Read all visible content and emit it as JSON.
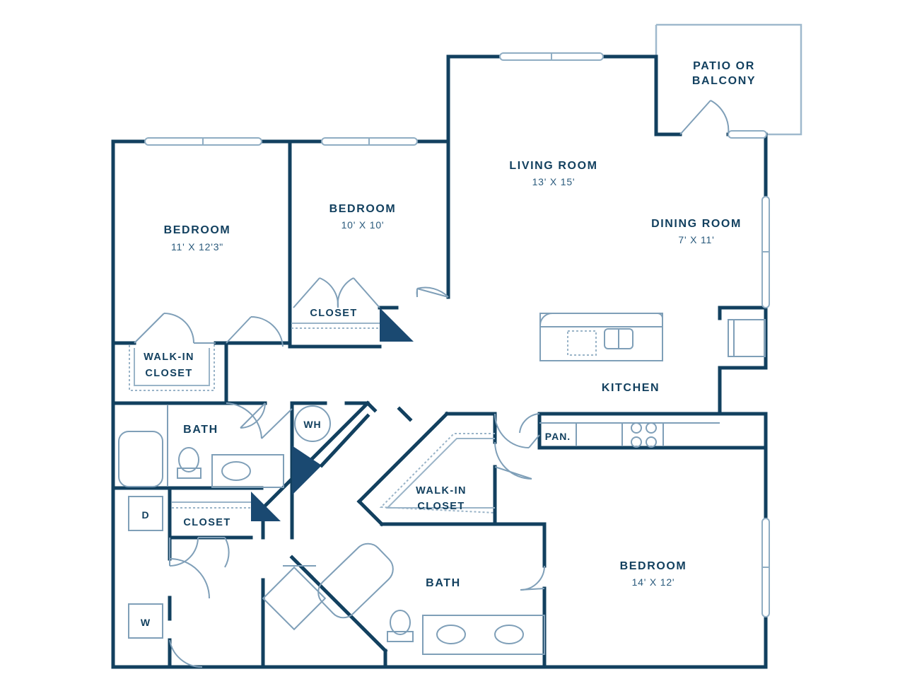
{
  "plan": {
    "title": "Apartment Floor Plan",
    "accent_dark": "#12405f",
    "accent_fill": "#1a4971",
    "accent_light": "#8fadc3",
    "background": "#ffffff"
  },
  "rooms": [
    {
      "id": "bedroom-left",
      "name": "BEDROOM",
      "dimensions": "11' X 12'3\""
    },
    {
      "id": "bedroom-mid",
      "name": "BEDROOM",
      "dimensions": "10' X 10'"
    },
    {
      "id": "living-room",
      "name": "LIVING ROOM",
      "dimensions": "13' X 15'"
    },
    {
      "id": "dining-room",
      "name": "DINING ROOM",
      "dimensions": "7' X 11'"
    },
    {
      "id": "patio",
      "name_line1": "PATIO OR",
      "name_line2": "BALCONY",
      "dimensions": ""
    },
    {
      "id": "kitchen",
      "name": "KITCHEN",
      "dimensions": ""
    },
    {
      "id": "bedroom-master",
      "name": "BEDROOM",
      "dimensions": "14' X 12'"
    },
    {
      "id": "bath-left",
      "name": "BATH",
      "dimensions": ""
    },
    {
      "id": "bath-master",
      "name": "BATH",
      "dimensions": ""
    }
  ],
  "closets": [
    {
      "id": "walkin-closet-left",
      "line1": "WALK-IN",
      "line2": "CLOSET"
    },
    {
      "id": "closet-bedroom-mid",
      "line1": "CLOSET",
      "line2": ""
    },
    {
      "id": "closet-hall",
      "line1": "CLOSET",
      "line2": ""
    },
    {
      "id": "walkin-closet-master",
      "line1": "WALK-IN",
      "line2": "CLOSET"
    }
  ],
  "tags": [
    {
      "id": "water-heater",
      "label": "WH",
      "meaning": "water heater"
    },
    {
      "id": "dryer",
      "label": "D",
      "meaning": "dryer"
    },
    {
      "id": "washer",
      "label": "W",
      "meaning": "washer"
    },
    {
      "id": "pantry",
      "label": "PAN.",
      "meaning": "pantry"
    }
  ]
}
